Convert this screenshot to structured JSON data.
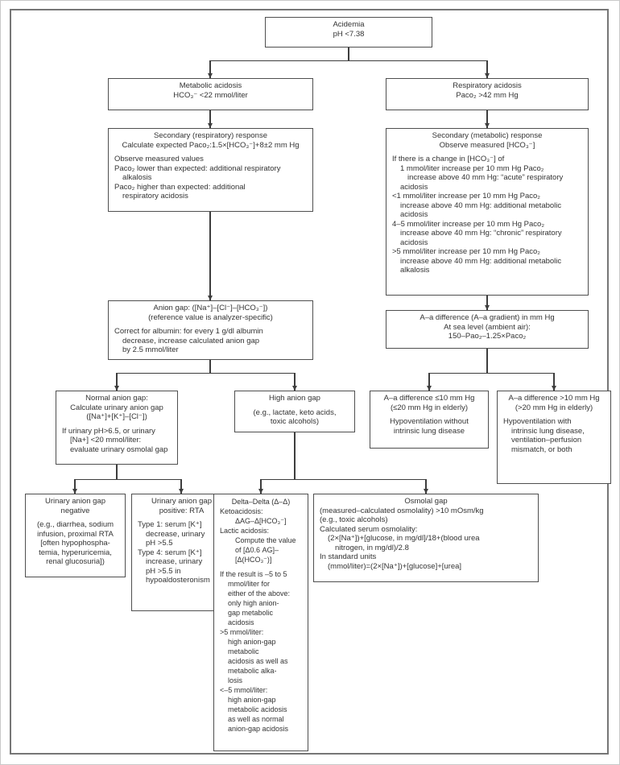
{
  "figure": {
    "title": "Acidemia evaluation flowchart",
    "boxes": [
      {
        "id": "acidemia",
        "lines": [
          {
            "t": "Acidemia",
            "a": "c"
          },
          {
            "t": "pH <7.38",
            "a": "c"
          }
        ]
      },
      {
        "id": "metabolic-acidosis",
        "lines": [
          {
            "t": "Metabolic acidosis",
            "a": "c"
          },
          {
            "t": "HCO₃⁻ <22 mmol/liter",
            "a": "c"
          }
        ]
      },
      {
        "id": "respiratory-acidosis",
        "lines": [
          {
            "t": "Respiratory acidosis",
            "a": "c"
          },
          {
            "t": "Paco₂ >42 mm Hg",
            "a": "c"
          }
        ]
      },
      {
        "id": "secondary-respiratory",
        "lines": [
          {
            "t": "Secondary (respiratory) response",
            "a": "c"
          },
          {
            "t": "Calculate expected Paco₂:1.5×[HCO₃⁻]+8±2 mm Hg",
            "a": "c"
          },
          {
            "t": "Observe measured values",
            "a": "l",
            "mt": 1
          },
          {
            "t": "Paco₂ lower than expected: additional respiratory",
            "a": "l"
          },
          {
            "t": "alkalosis",
            "a": "l",
            "i": 1
          },
          {
            "t": "Paco₂ higher than expected: additional",
            "a": "l"
          },
          {
            "t": "respiratory acidosis",
            "a": "l",
            "i": 1
          }
        ]
      },
      {
        "id": "secondary-metabolic",
        "lines": [
          {
            "t": "Secondary (metabolic) response",
            "a": "c"
          },
          {
            "t": "Observe measured [HCO₃⁻]",
            "a": "c"
          },
          {
            "t": "If there is a change in [HCO₃⁻] of",
            "a": "l",
            "mt": 1
          },
          {
            "t": "1 mmol/liter increase per 10 mm Hg Paco₂",
            "a": "l",
            "i": 1
          },
          {
            "t": "increase above 40 mm Hg: “acute” respiratory",
            "a": "l",
            "i": 2
          },
          {
            "t": "acidosis",
            "a": "l",
            "i": 1
          },
          {
            "t": "<1 mmol/liter increase per 10 mm Hg Paco₂",
            "a": "l"
          },
          {
            "t": "increase above 40 mm Hg: additional metabolic",
            "a": "l",
            "i": 1
          },
          {
            "t": "acidosis",
            "a": "l",
            "i": 1
          },
          {
            "t": "4–5 mmol/liter increase per 10 mm Hg Paco₂",
            "a": "l"
          },
          {
            "t": "increase above 40 mm Hg: “chronic” respiratory",
            "a": "l",
            "i": 1
          },
          {
            "t": "acidosis",
            "a": "l",
            "i": 1
          },
          {
            "t": ">5 mmol/liter increase per 10 mm Hg Paco₂",
            "a": "l"
          },
          {
            "t": "increase above 40 mm Hg: additional metabolic",
            "a": "l",
            "i": 1
          },
          {
            "t": "alkalosis",
            "a": "l",
            "i": 1
          }
        ]
      },
      {
        "id": "anion-gap",
        "lines": [
          {
            "t": "Anion gap: ([Na⁺]–[Cl⁻]–[HCO₃⁻])",
            "a": "c"
          },
          {
            "t": "(reference value is analyzer-specific)",
            "a": "c"
          },
          {
            "t": "Correct for albumin: for every 1 g/dl albumin",
            "a": "l",
            "mt": 1
          },
          {
            "t": "decrease, increase calculated anion gap",
            "a": "l",
            "i": 1
          },
          {
            "t": "by 2.5 mmol/liter",
            "a": "l",
            "i": 1
          }
        ]
      },
      {
        "id": "aa-difference",
        "lines": [
          {
            "t": "A–a difference (A–a gradient) in mm Hg",
            "a": "c"
          },
          {
            "t": "At sea level (ambient air):",
            "a": "c"
          },
          {
            "t": "150–Pao₂–1.25×Paco₂",
            "a": "c"
          }
        ]
      },
      {
        "id": "normal-anion-gap",
        "lines": [
          {
            "t": "Normal anion gap:",
            "a": "c"
          },
          {
            "t": "Calculate urinary anion gap",
            "a": "c"
          },
          {
            "t": "([Na⁺]+[K⁺]–[Cl⁻])",
            "a": "c"
          },
          {
            "t": "If urinary pH>6.5, or urinary",
            "a": "l",
            "mt": 1
          },
          {
            "t": "[Na+] <20 mmol/liter:",
            "a": "l",
            "i": 1
          },
          {
            "t": "evaluate urinary osmolal gap",
            "a": "l",
            "i": 1
          }
        ]
      },
      {
        "id": "high-anion-gap",
        "lines": [
          {
            "t": "High anion gap",
            "a": "c"
          },
          {
            "t": "(e.g., lactate, keto acids,",
            "a": "c",
            "mt": 1
          },
          {
            "t": "toxic alcohols)",
            "a": "c"
          }
        ]
      },
      {
        "id": "aa-diff-le10",
        "lines": [
          {
            "t": "A–a difference ≤10 mm Hg",
            "a": "c"
          },
          {
            "t": "(≤20 mm Hg in elderly)",
            "a": "c"
          },
          {
            "t": "Hypoventilation without",
            "a": "c",
            "mt": 1
          },
          {
            "t": "intrinsic lung disease",
            "a": "c"
          }
        ]
      },
      {
        "id": "aa-diff-gt10",
        "lines": [
          {
            "t": "A–a difference >10 mm Hg",
            "a": "c"
          },
          {
            "t": "(>20 mm Hg in elderly)",
            "a": "c"
          },
          {
            "t": "Hypoventilation with",
            "a": "l",
            "mt": 1
          },
          {
            "t": "intrinsic lung disease,",
            "a": "l",
            "i": 1
          },
          {
            "t": "ventilation–perfusion",
            "a": "l",
            "i": 1
          },
          {
            "t": "mismatch, or both",
            "a": "l",
            "i": 1
          }
        ]
      },
      {
        "id": "uag-negative",
        "lines": [
          {
            "t": "Urinary anion gap",
            "a": "c"
          },
          {
            "t": "negative",
            "a": "c"
          },
          {
            "t": "(e.g., diarrhea, sodium",
            "a": "c",
            "mt": 1
          },
          {
            "t": "infusion, proximal RTA",
            "a": "c"
          },
          {
            "t": "[often hypophospha-",
            "a": "c"
          },
          {
            "t": "temia, hyperuricemia,",
            "a": "c"
          },
          {
            "t": "renal glucosuria])",
            "a": "c"
          }
        ]
      },
      {
        "id": "uag-positive",
        "lines": [
          {
            "t": "Urinary anion gap",
            "a": "c"
          },
          {
            "t": "positive: RTA",
            "a": "c"
          },
          {
            "t": "Type 1: serum [K⁺]",
            "a": "l",
            "mt": 1
          },
          {
            "t": "decrease, urinary",
            "a": "l",
            "i": 1
          },
          {
            "t": "pH >5.5",
            "a": "l",
            "i": 1
          },
          {
            "t": "Type 4: serum [K⁺]",
            "a": "l"
          },
          {
            "t": "increase, urinary",
            "a": "l",
            "i": 1
          },
          {
            "t": "pH >5.5 in",
            "a": "l",
            "i": 1
          },
          {
            "t": "hypoaldosteronism",
            "a": "l",
            "i": 1
          }
        ]
      },
      {
        "id": "delta-delta",
        "lines": [
          {
            "t": "Delta–Delta (Δ–Δ)",
            "a": "c"
          },
          {
            "t": "Ketoacidosis:",
            "a": "l"
          },
          {
            "t": "ΔAG–Δ[HCO₃⁻]",
            "a": "l",
            "i": 2
          },
          {
            "t": "Lactic acidosis:",
            "a": "l"
          },
          {
            "t": "Compute the value",
            "a": "l",
            "i": 2
          },
          {
            "t": "of [Δ0.6 AG]–",
            "a": "l",
            "i": 2
          },
          {
            "t": "[Δ(HCO₃⁻)]",
            "a": "l",
            "i": 2
          },
          {
            "t": "If the result is –5 to 5",
            "a": "l",
            "mt": 1
          },
          {
            "t": "mmol/liter for",
            "a": "l",
            "i": 1
          },
          {
            "t": "either of the above:",
            "a": "l",
            "i": 1
          },
          {
            "t": "only high anion-",
            "a": "l",
            "i": 1
          },
          {
            "t": "gap metabolic",
            "a": "l",
            "i": 1
          },
          {
            "t": "acidosis",
            "a": "l",
            "i": 1
          },
          {
            "t": ">5 mmol/liter:",
            "a": "l"
          },
          {
            "t": "high anion-gap",
            "a": "l",
            "i": 1
          },
          {
            "t": "metabolic",
            "a": "l",
            "i": 1
          },
          {
            "t": "acidosis as well as",
            "a": "l",
            "i": 1
          },
          {
            "t": "metabolic alka-",
            "a": "l",
            "i": 1
          },
          {
            "t": "losis",
            "a": "l",
            "i": 1
          },
          {
            "t": "<–5 mmol/liter:",
            "a": "l"
          },
          {
            "t": "high anion-gap",
            "a": "l",
            "i": 1
          },
          {
            "t": "metabolic acidosis",
            "a": "l",
            "i": 1
          },
          {
            "t": "as well as normal",
            "a": "l",
            "i": 1
          },
          {
            "t": "anion-gap acidosis",
            "a": "l",
            "i": 1
          }
        ]
      },
      {
        "id": "osmolal-gap",
        "lines": [
          {
            "t": "Osmolal gap",
            "a": "c"
          },
          {
            "t": "(measured–calculated osmolality) >10 mOsm/kg",
            "a": "l"
          },
          {
            "t": "(e.g., toxic alcohols)",
            "a": "l"
          },
          {
            "t": "Calculated serum osmolality:",
            "a": "l"
          },
          {
            "t": "(2×[Na⁺])+[glucose, in mg/dl]/18+(blood urea",
            "a": "l",
            "i": 1
          },
          {
            "t": "nitrogen, in mg/dl)/2.8",
            "a": "l",
            "i": 2
          },
          {
            "t": "In standard units",
            "a": "l"
          },
          {
            "t": "(mmol/liter)=(2×[Na⁺])+[glucose]+[urea]",
            "a": "l",
            "i": 1
          }
        ]
      }
    ]
  }
}
